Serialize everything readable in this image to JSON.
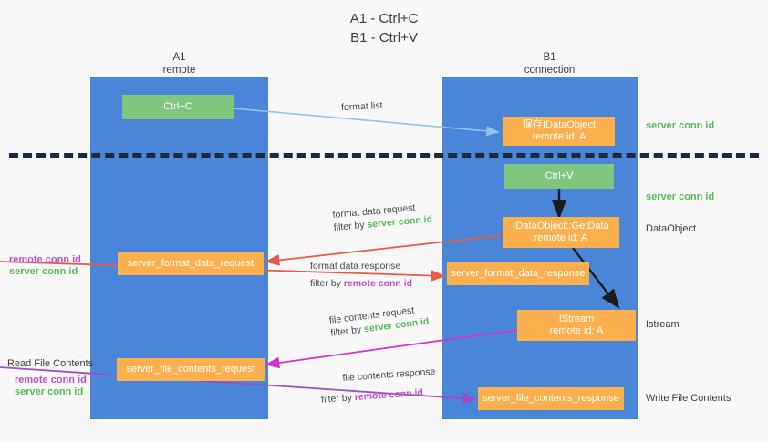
{
  "title": {
    "line1": "A1 - Ctrl+C",
    "line2": "B1 - Ctrl+V"
  },
  "columns": {
    "a": {
      "name": "A1",
      "sub": "remote"
    },
    "b": {
      "name": "B1",
      "sub": "connection"
    }
  },
  "boxes": {
    "ctrl_c": {
      "label": "Ctrl+C"
    },
    "ctrl_v": {
      "label": "Ctrl+V"
    },
    "save_idataobject": {
      "line1": "保存IDataObject",
      "line2": "remote id: A"
    },
    "getdata": {
      "line1": "IDataObject::GetData",
      "line2": "remote id: A"
    },
    "istream": {
      "line1": "IStream",
      "line2": "remote id: A"
    },
    "server_format_data_request": {
      "label": "server_format_data_request"
    },
    "server_format_data_response": {
      "label": "server_format_data_response"
    },
    "server_file_contents_request": {
      "label": "server_file_contents_request"
    },
    "server_file_contents_response": {
      "label": "server_file_contents_response"
    }
  },
  "edges": {
    "format_list": {
      "label": "format list"
    },
    "format_data_request": {
      "line1": "format data request",
      "filter_prefix": "filter by ",
      "filter_key": "server conn id"
    },
    "format_data_response": {
      "line1": "format data response",
      "filter_prefix": "filter by ",
      "filter_key": "remote conn id"
    },
    "file_contents_request": {
      "line1": "file contents request",
      "filter_prefix": "filter by ",
      "filter_key": "server conn id"
    },
    "file_contents_response": {
      "line1": "file contents response",
      "filter_prefix": "filter by ",
      "filter_key": "remote conn id"
    }
  },
  "annotations": {
    "right_server_conn_top": "server conn id",
    "right_server_conn_mid": "server conn id",
    "right_dataobject": "DataObject",
    "right_istream": "Istream",
    "right_write_file_contents": "Write File Contents",
    "left_remote_conn_1": "remote conn id",
    "left_server_conn_1": "server conn id",
    "left_read_file_contents": "Read File Contents",
    "left_remote_conn_2": "remote conn id",
    "left_server_conn_2": "server conn id"
  },
  "colors": {
    "lane": "#4a86d8",
    "green_box": "#7fc67f",
    "orange_box": "#fbb04d",
    "server_conn_green": "#5ab85a",
    "remote_conn_magenta": "#c04fd0",
    "arrow_light_blue": "#8fc4e8",
    "arrow_red": "#e8594a",
    "arrow_magenta": "#d633c6",
    "arrow_purple": "#9a4fc8",
    "arrow_dark": "#1b1b1b",
    "divider": "#1b2a3d",
    "background": "#f7f7f7"
  }
}
